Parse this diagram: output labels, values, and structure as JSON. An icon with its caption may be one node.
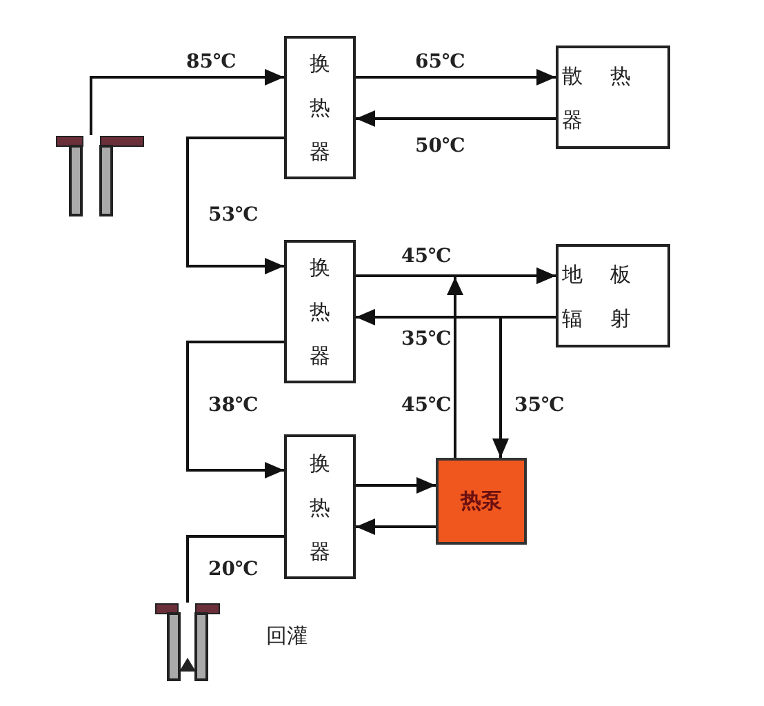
{
  "diagram": {
    "nodes": [
      {
        "text": [],
        "shape": "well"
      },
      {
        "text": [
          "换热器"
        ]
      },
      {
        "text": [
          "散热器"
        ]
      },
      {
        "text": [
          "换热器"
        ]
      },
      {
        "text": [
          "地板辐射"
        ]
      },
      {
        "text": [
          "换热器"
        ]
      },
      {
        "text": [
          "热泵"
        ]
      },
      {
        "text": [],
        "shape": "well",
        "beside": [
          "回灌"
        ]
      }
    ],
    "edges": [
      {
        "from": 0,
        "to": 1,
        "arrow": "to",
        "label": "85℃"
      },
      {
        "from": 1,
        "to": 2,
        "arrow": "to",
        "label": "65℃"
      },
      {
        "from": 2,
        "to": 1,
        "arrow": "to",
        "label": "50℃"
      },
      {
        "from": 1,
        "to": 3,
        "arrow": "to",
        "label": "53℃"
      },
      {
        "from": 3,
        "to": 4,
        "arrow": "to",
        "label": "45℃"
      },
      {
        "from": 4,
        "to": 3,
        "arrow": "to",
        "label": "35℃"
      },
      {
        "from": 6,
        "to": 4,
        "arrow": "to",
        "label": "45℃"
      },
      {
        "from": 4,
        "to": 6,
        "arrow": "to",
        "label": "35℃"
      },
      {
        "from": 3,
        "to": 5,
        "arrow": "to",
        "label": "38℃"
      },
      {
        "from": 5,
        "to": 6,
        "arrow": "to"
      },
      {
        "from": 6,
        "to": 5,
        "arrow": "to"
      },
      {
        "from": 5,
        "to": 7,
        "arrow": "none",
        "label": "20℃"
      }
    ]
  }
}
